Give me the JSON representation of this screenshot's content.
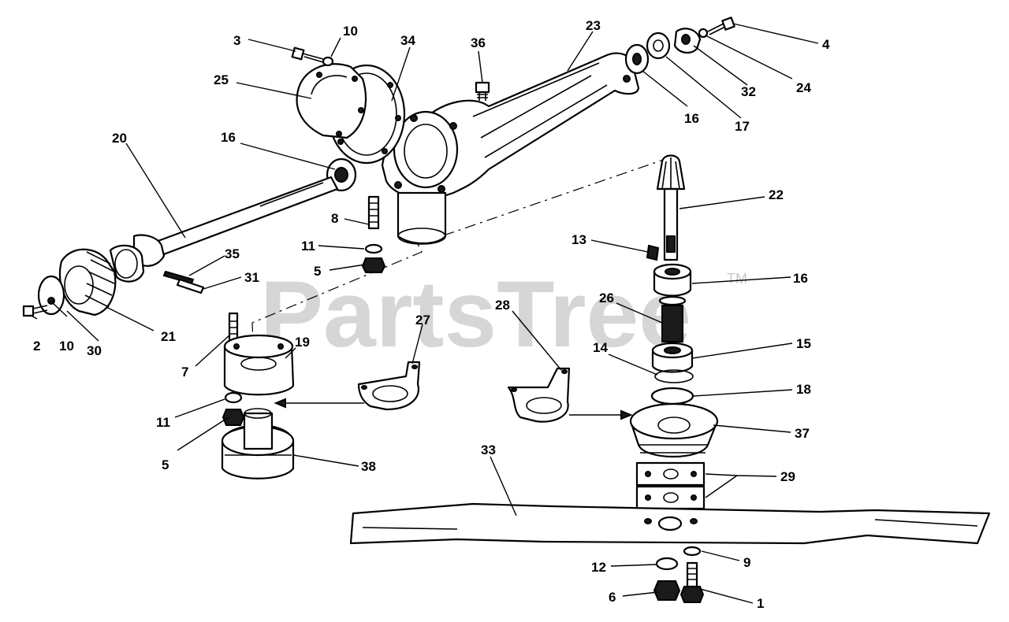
{
  "watermark": {
    "brand": "PartsTree",
    "trademark": "TM"
  },
  "callouts": {
    "c1": "1",
    "c2": "2",
    "c3": "3",
    "c4": "4",
    "c5a": "5",
    "c5b": "5",
    "c6": "6",
    "c7": "7",
    "c8": "8",
    "c9": "9",
    "c10a": "10",
    "c10b": "10",
    "c11a": "11",
    "c11b": "11",
    "c12": "12",
    "c13": "13",
    "c14": "14",
    "c15": "15",
    "c16a": "16",
    "c16b": "16",
    "c16c": "16",
    "c17": "17",
    "c18": "18",
    "c19": "19",
    "c20": "20",
    "c21": "21",
    "c22": "22",
    "c23": "23",
    "c24": "24",
    "c25": "25",
    "c26": "26",
    "c27": "27",
    "c28": "28",
    "c29": "29",
    "c30": "30",
    "c31": "31",
    "c32": "32",
    "c33": "33",
    "c34": "34",
    "c35": "35",
    "c36": "36",
    "c37": "37",
    "c38": "38"
  }
}
